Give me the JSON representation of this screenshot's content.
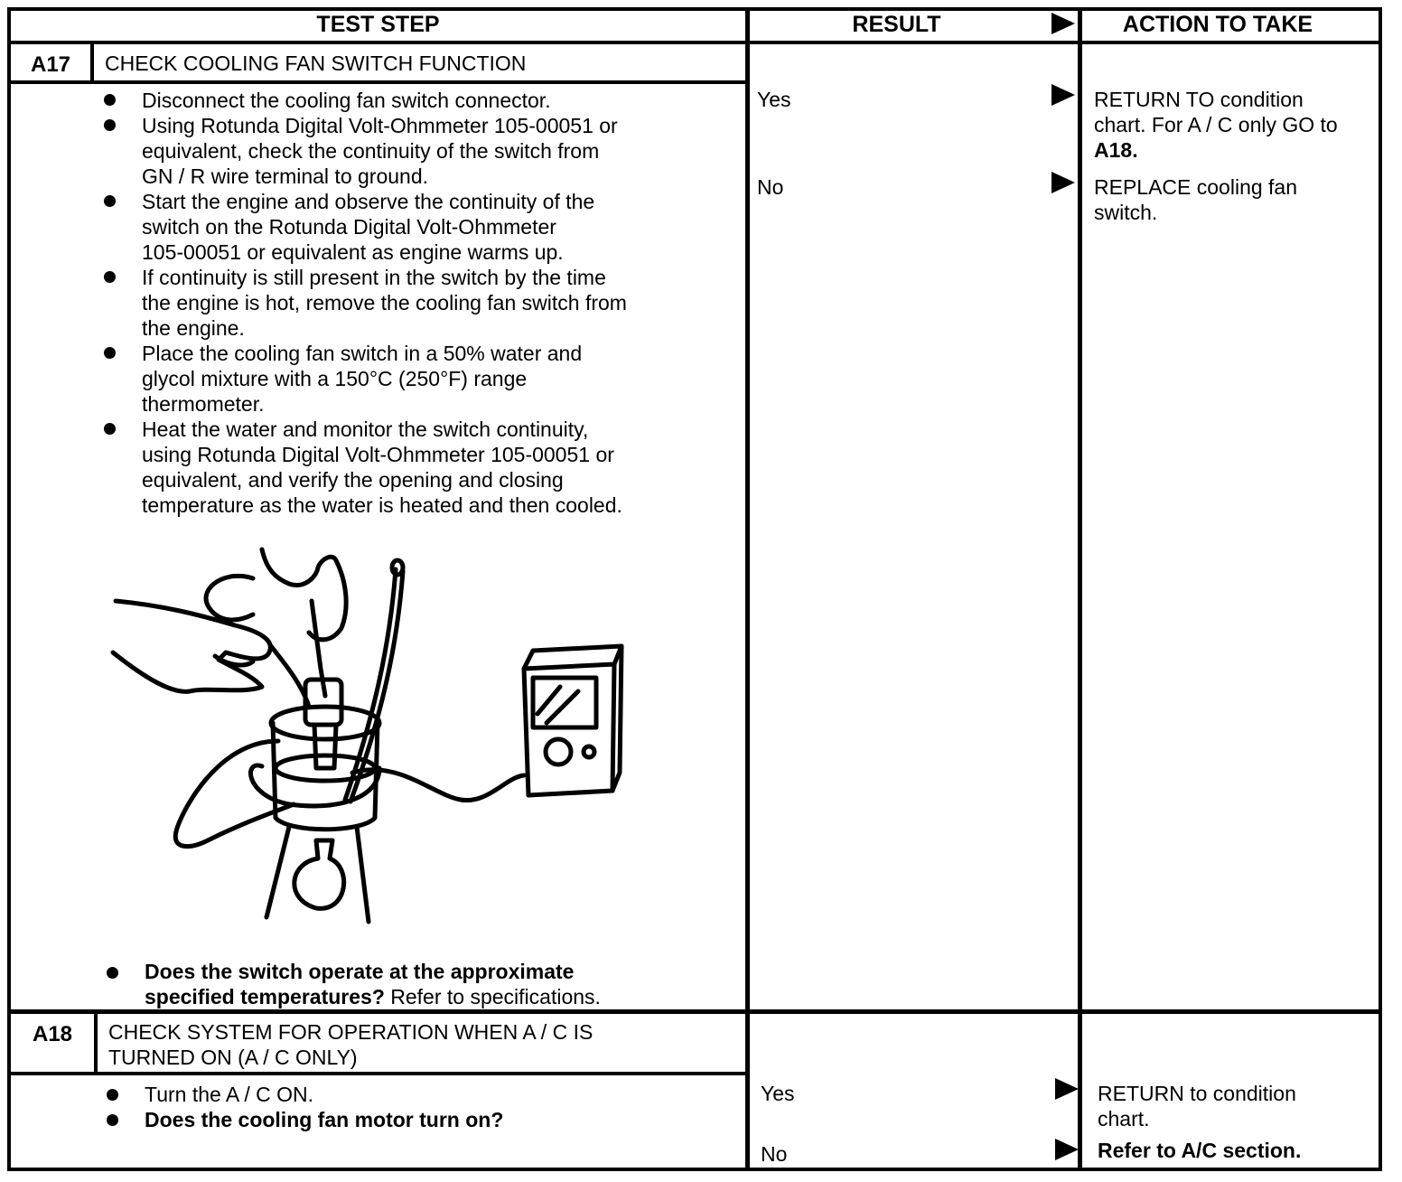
{
  "header": {
    "test_step": "TEST STEP",
    "result": "RESULT",
    "action": "ACTION TO TAKE"
  },
  "steps": [
    {
      "id": "A17",
      "title": "CHECK COOLING FAN SWITCH FUNCTION",
      "bullets": [
        [
          "Disconnect the cooling fan switch connector."
        ],
        [
          "Using Rotunda Digital Volt-Ohmmeter 105-00051 or",
          "equivalent, check the continuity of the switch from",
          "GN / R wire terminal to ground."
        ],
        [
          "Start the engine and observe the continuity of the",
          "switch on the Rotunda Digital Volt-Ohmmeter",
          "105-00051 or equivalent as engine warms up."
        ],
        [
          "If continuity is still present in the switch by the time",
          "the engine is hot, remove the cooling fan switch from",
          "the engine."
        ],
        [
          "Place the cooling fan switch in a 50% water and",
          "glycol mixture with a 150°C (250°F) range",
          "thermometer."
        ],
        [
          "Heat the water and monitor the switch continuity,",
          "using Rotunda Digital Volt-Ohmmeter 105-00051 or",
          "equivalent, and verify the opening and closing",
          "temperature as the water is heated and then cooled."
        ]
      ],
      "question_bold_1": "Does the switch operate at the approximate",
      "question_bold_2": "specified temperatures?",
      "question_rest": " Refer to specifications.",
      "results": [
        {
          "label": "Yes",
          "action_lines": [
            "RETURN TO condition",
            "chart. For A / C only GO to"
          ],
          "action_bold": "A18."
        },
        {
          "label": "No",
          "action_lines": [
            "REPLACE cooling fan",
            "switch."
          ]
        }
      ]
    },
    {
      "id": "A18",
      "title_lines": [
        "CHECK SYSTEM FOR OPERATION WHEN A / C IS",
        "TURNED ON (A / C ONLY)"
      ],
      "bullet_1": "Turn the A / C ON.",
      "bullet_2": "Does the cooling fan motor turn on?",
      "results": [
        {
          "label": "Yes",
          "action_lines": [
            "RETURN to condition",
            "chart."
          ]
        },
        {
          "label": "No",
          "action_bold": "Refer to A/C section."
        }
      ]
    }
  ]
}
